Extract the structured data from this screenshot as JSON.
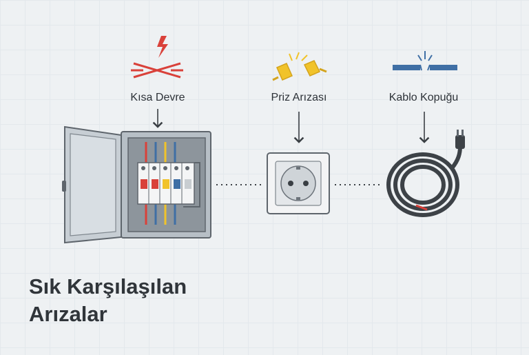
{
  "faults": [
    {
      "label": "Kısa Devre",
      "icon": "lightning-spark-icon"
    },
    {
      "label": "Priz Arızası",
      "icon": "plug-spark-icon"
    },
    {
      "label": "Kablo Kopuğu",
      "icon": "broken-cable-icon"
    }
  ],
  "title": {
    "line1": "Sık Karşılaşılan",
    "line2": "Arızalar"
  },
  "colors": {
    "red": "#d9413a",
    "yellow": "#f1c32a",
    "blue": "#3f6fa5",
    "gray": "#6c737a",
    "background": "#eef1f3"
  }
}
